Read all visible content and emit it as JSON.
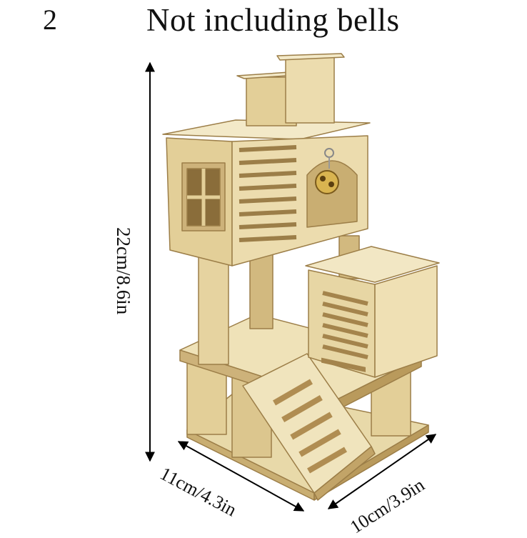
{
  "caption": {
    "variant_number": "2",
    "title": "Not including bells"
  },
  "dimensions": {
    "height": "22cm/8.6in",
    "width": "11cm/4.3in",
    "depth": "10cm/3.9in"
  },
  "colors": {
    "wood_light": "#efe2b8",
    "wood_mid": "#dcc68e",
    "wood_dark": "#b99a5c",
    "shadow": "#8a6d3a",
    "bell": "#d9b450"
  }
}
